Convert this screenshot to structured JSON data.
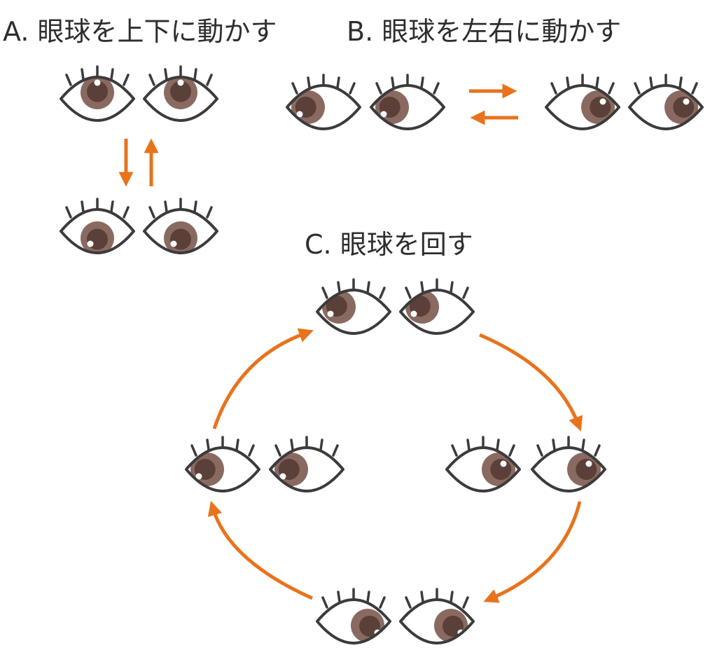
{
  "sections": {
    "a": {
      "title": "A. 眼球を上下に動かす"
    },
    "b": {
      "title": "B. 眼球を左右に動かす"
    },
    "c": {
      "title": "C. 眼球を回す"
    }
  },
  "colors": {
    "outline": "#3b3b3b",
    "iris": "#8a6a60",
    "pupil": "#5a4038",
    "highlight": "#ffffff",
    "arrow": "#e8731c",
    "text": "#2e2e2e"
  },
  "eye_pairs": [
    {
      "section": "a",
      "gaze": "up"
    },
    {
      "section": "a",
      "gaze": "down"
    },
    {
      "section": "b",
      "gaze": "left"
    },
    {
      "section": "b",
      "gaze": "right"
    },
    {
      "section": "c",
      "gaze": "up-left"
    },
    {
      "section": "c",
      "gaze": "right"
    },
    {
      "section": "c",
      "gaze": "down-right"
    },
    {
      "section": "c",
      "gaze": "left"
    }
  ],
  "arrows": [
    {
      "section": "a",
      "direction": "down"
    },
    {
      "section": "a",
      "direction": "up"
    },
    {
      "section": "b",
      "direction": "right"
    },
    {
      "section": "b",
      "direction": "left"
    },
    {
      "section": "c",
      "direction": "clockwise"
    }
  ]
}
